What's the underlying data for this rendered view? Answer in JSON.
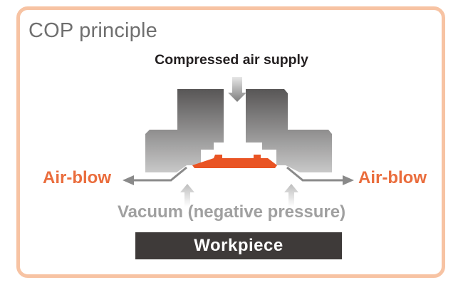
{
  "diagram": {
    "title": "COP principle",
    "supply_label": "Compressed air supply",
    "airblow_left_label": "Air-blow",
    "airblow_right_label": "Air-blow",
    "vacuum_label": "Vacuum (negative pressure)",
    "workpiece_label": "Workpiece",
    "colors": {
      "frame": "#f7c3a3",
      "accent": "#ea6d3d",
      "pad": "#e95424",
      "block_top": "#585656",
      "block_bottom": "#c4c4c4",
      "workpiece_bg": "#3e3a39",
      "vacuum_text": "#a0a0a0"
    }
  }
}
